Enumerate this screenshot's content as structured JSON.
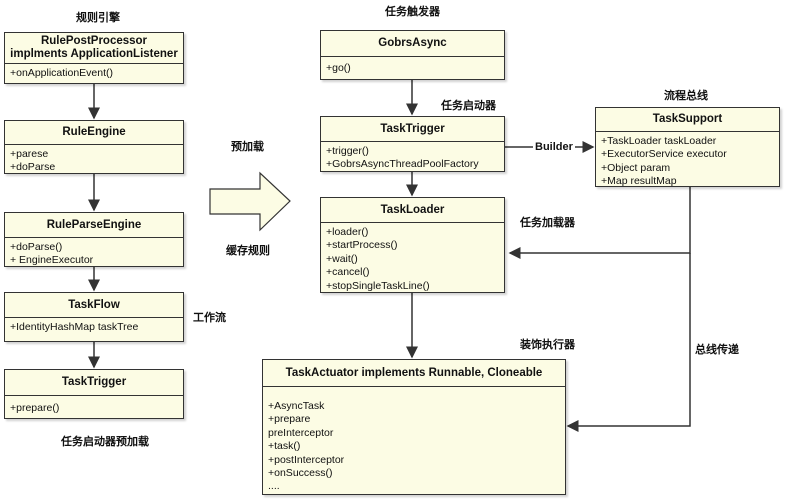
{
  "labels": {
    "rules_engine": "规则引擎",
    "task_trigger_device": "任务触发器",
    "flow_bus": "流程总线",
    "task_starter": "任务启动器",
    "preload": "预加载",
    "cache_rules": "缓存规则",
    "task_loader_label": "任务加载器",
    "workflow": "工作流",
    "decorated_executor": "装饰执行器",
    "bus_delivery": "总线传递",
    "task_starter_preload": "任务启动器预加载",
    "builder": "Builder"
  },
  "classes": {
    "rule_post_processor": {
      "title1": "RulePostProcessor",
      "title2": "implments ApplicationListener",
      "members": [
        "+onApplicationEvent()"
      ]
    },
    "rule_engine": {
      "title": "RuleEngine",
      "members": [
        "+parese",
        "+doParse"
      ]
    },
    "rule_parse_engine": {
      "title": "RuleParseEngine",
      "members": [
        "+doParse()",
        "+ EngineExecutor"
      ]
    },
    "task_flow": {
      "title": "TaskFlow",
      "members": [
        "+IdentityHashMap taskTree"
      ]
    },
    "task_trigger_left": {
      "title": "TaskTrigger",
      "members": [
        "+prepare()"
      ]
    },
    "gobrs_async": {
      "title": "GobrsAsync",
      "members": [
        "+go()"
      ]
    },
    "task_trigger": {
      "title": "TaskTrigger",
      "members": [
        "+trigger()",
        "+GobrsAsyncThreadPoolFactory"
      ]
    },
    "task_loader": {
      "title": "TaskLoader",
      "members": [
        "+loader()",
        "+startProcess()",
        "+wait()",
        "+cancel()",
        "+stopSingleTaskLine()"
      ]
    },
    "task_support": {
      "title": "TaskSupport",
      "members": [
        "+TaskLoader taskLoader",
        "+ExecutorService executor",
        "+Object param",
        "+Map resultMap"
      ]
    },
    "task_actuator": {
      "title": "TaskActuator implements Runnable, Cloneable",
      "members": [
        "+AsyncTask",
        "+prepare",
        "preInterceptor",
        "+task()",
        "+postInterceptor",
        "+onSuccess()",
        "...."
      ]
    }
  }
}
